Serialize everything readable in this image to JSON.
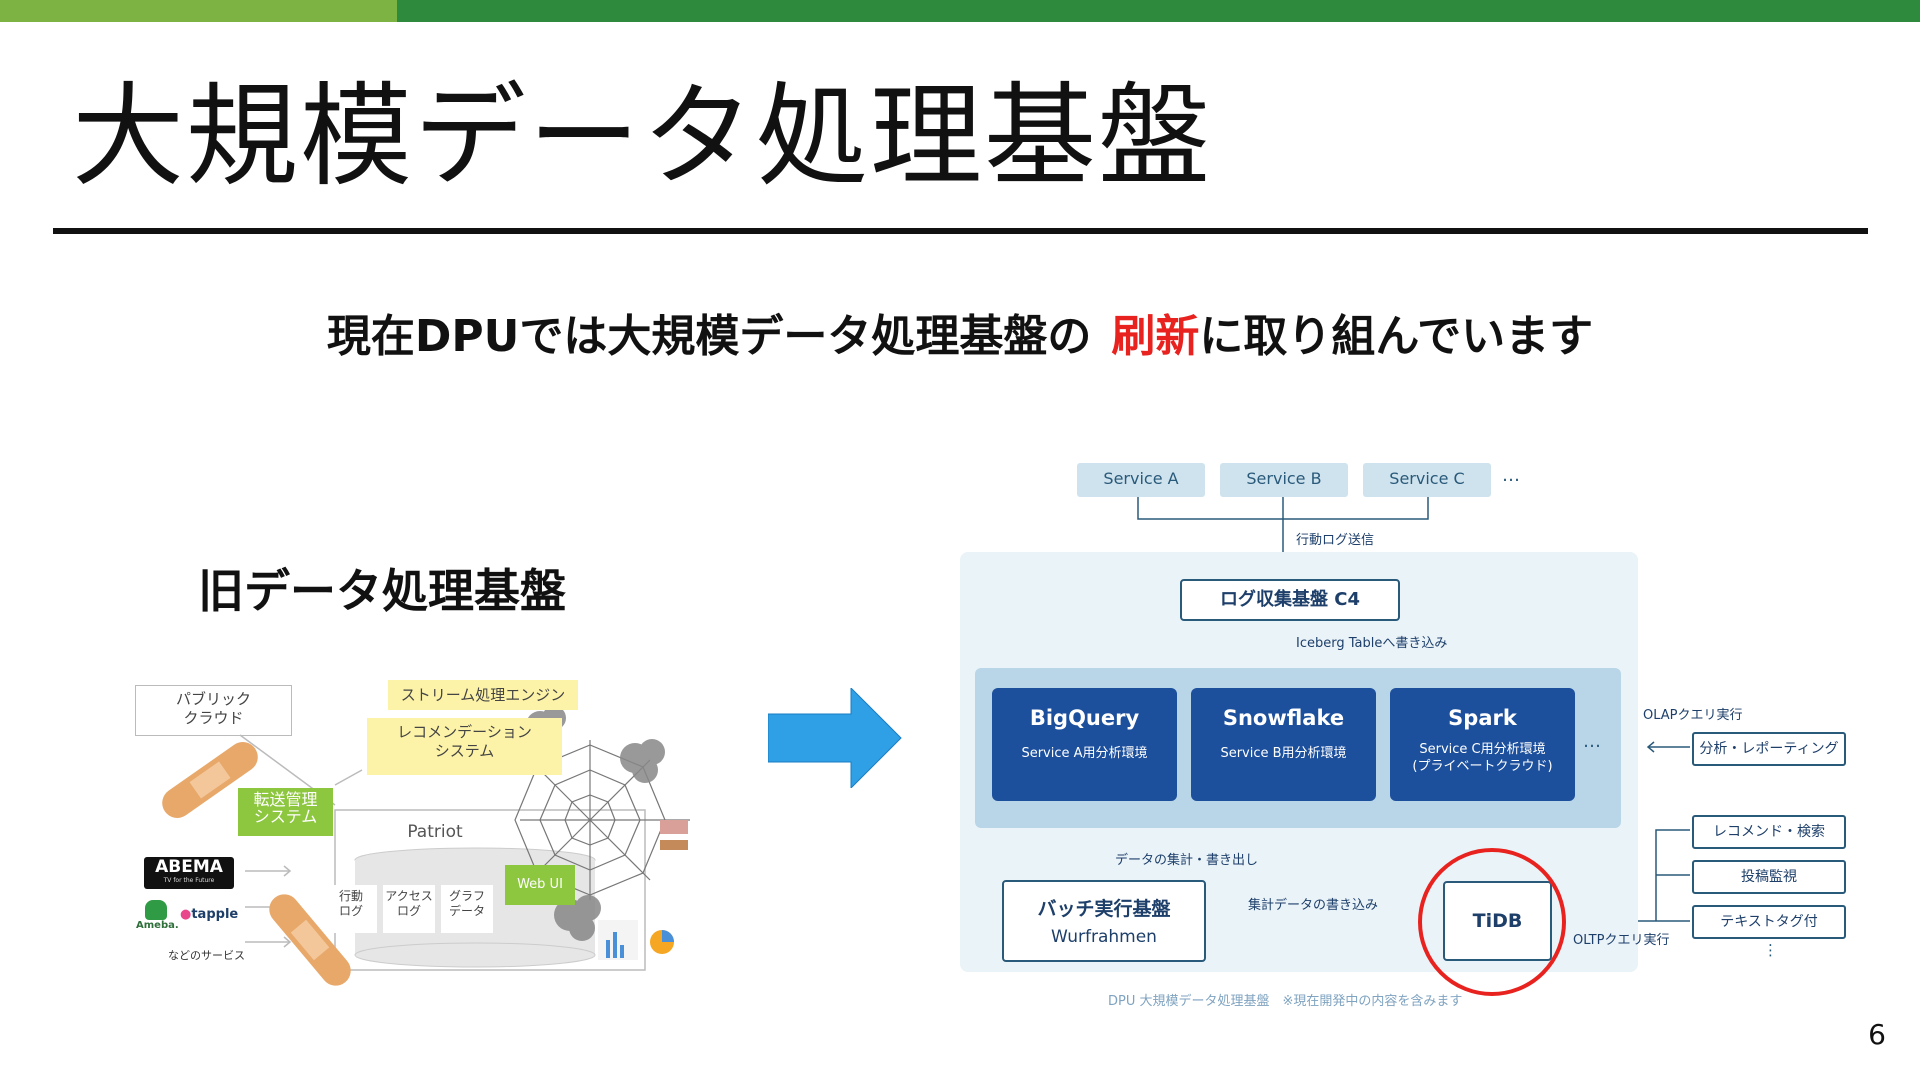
{
  "slide": {
    "title": "大規模データ処理基盤",
    "subtitle_before": "現在DPUでは大規模データ処理基盤の",
    "subtitle_highlight": "刷新",
    "subtitle_after": "に取り組んでいます",
    "page_number": "6",
    "colors": {
      "accent_light": "#7cb342",
      "accent_dark": "#2e8b3d",
      "highlight": "#e8231f",
      "arrow": "#2f9fe6"
    }
  },
  "old_system": {
    "heading": "旧データ処理基盤",
    "public_cloud": "パブリック\nクラウド",
    "stream_engine": "ストリーム処理エンジン",
    "recommend_system": "レコメンデーション\nシステム",
    "transfer_system": "転送管理\nシステム",
    "patriot": "Patriot",
    "logs": [
      "行動\nログ",
      "アクセス\nログ",
      "グラフ\nデータ"
    ],
    "web_ui": "Web UI",
    "services": {
      "abema": "ABEMA",
      "abema_sub": "TV for the Future",
      "ameba": "Ameba.",
      "tapple": "tapple",
      "caption": "などのサービス"
    }
  },
  "new_system": {
    "services": [
      "Service A",
      "Service B",
      "Service C"
    ],
    "ellipsis": "…",
    "action_log": "行動ログ送信",
    "log_collector": "ログ収集基盤 C4",
    "iceberg_label": "Iceberg Tableへ書き込み",
    "engines": [
      {
        "name": "BigQuery",
        "desc": "Service A用分析環境"
      },
      {
        "name": "Snowflake",
        "desc": "Service B用分析環境"
      },
      {
        "name": "Spark",
        "desc": "Service C用分析環境\n(プライベートクラウド)"
      }
    ],
    "aggregate_label": "データの集計・書き出し",
    "batch_title": "バッチ実行基盤",
    "batch_name": "Wurfrahmen",
    "write_label": "集計データの書き込み",
    "tidb": "TiDB",
    "olap_label": "OLAPクエリ実行",
    "oltp_label": "OLTPクエリ実行",
    "olap_clients": [
      "分析・レポーティング"
    ],
    "oltp_clients": [
      "レコメンド・検索",
      "投稿監視",
      "テキストタグ付"
    ],
    "vdots": "⋮",
    "footer": "DPU 大規模データ処理基盤　※現在開発中の内容を含みます"
  }
}
